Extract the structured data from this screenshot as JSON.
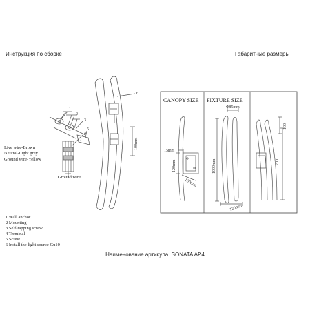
{
  "headings": {
    "left": "Инструкция по сборке",
    "right": "Габаритные размеры"
  },
  "wiring": {
    "live": "Live wire-Brown",
    "neutral": "Neutral-Light grey",
    "ground": "Ground wire-Yellow",
    "ground_label": "Ground wire"
  },
  "callouts": [
    "1",
    "2",
    "3",
    "4",
    "5",
    "6"
  ],
  "dim_assembly": "100mm",
  "parts": [
    "1 Wall anchor",
    "2 Mounting",
    "3 Self-tapping screw",
    "4 Terminal",
    "5 Screw",
    "6 Install the light source Gu10"
  ],
  "panels": {
    "canopy": {
      "title": "CANOPY SIZE",
      "dims": [
        "15mm",
        "120mm",
        "100mm"
      ]
    },
    "fixture": {
      "title": "FIXTURE SIZE",
      "dims": [
        "Φ85mm",
        "1000mm",
        "120mm"
      ]
    },
    "third": {
      "dims": [
        "100",
        "700"
      ]
    }
  },
  "article": {
    "label": "Наименование артикула:",
    "value": "SONATA AP4"
  }
}
